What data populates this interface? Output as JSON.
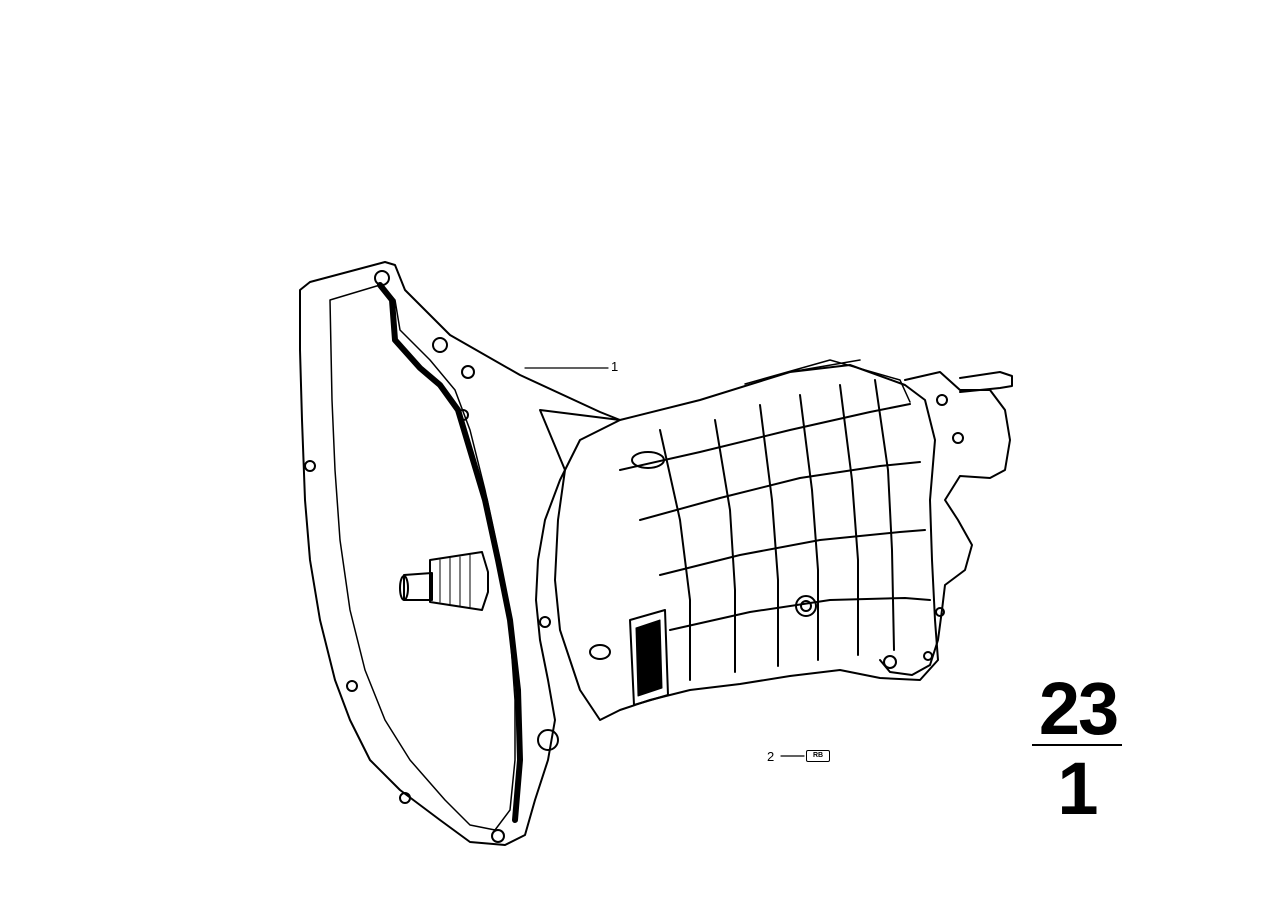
{
  "diagram": {
    "callouts": [
      {
        "label": "1"
      },
      {
        "label": "2"
      }
    ],
    "badge_text": "RB",
    "group_number": "23",
    "sub_number": "1"
  },
  "colors": {
    "line": "#000000",
    "background": "#ffffff"
  }
}
